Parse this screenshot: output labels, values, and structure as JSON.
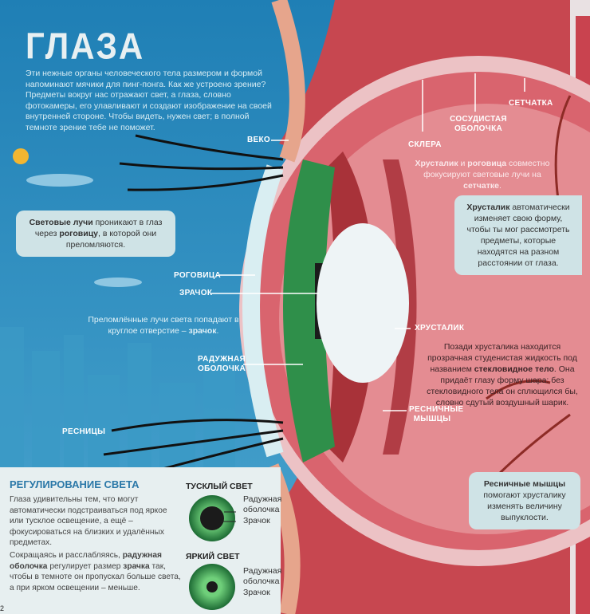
{
  "title": "ГЛАЗА",
  "intro": "Эти нежные органы человеческого тела размером и формой напоминают мячики для пинг-понга. Как же устроено зрение? Предметы вокруг нас отражают свет, а глаза, словно фотокамеры, его улавливают и создают изображение на своей внутренней стороне. Чтобы видеть, нужен свет; в полной темноте зрение тебе не поможет.",
  "labels": {
    "veko": "ВЕКО",
    "rogovica": "РОГОВИЦА",
    "zrachok": "ЗРАЧОК",
    "raduzhnaya": "РАДУЖНАЯ ОБОЛОЧКА",
    "resnicy": "РЕСНИЦЫ",
    "sklera": "СКЛЕРА",
    "sosudistaya": "СОСУДИСТАЯ ОБОЛОЧКА",
    "setchatka": "СЕТЧАТКА",
    "hrustalik": "ХРУСТАЛИК",
    "resnichnye": "РЕСНИЧНЫЕ МЫШЦЫ"
  },
  "notes": {
    "rays_bold1": "Световые лучи",
    "rays_text1": " проникают в глаз через ",
    "rays_bold2": "роговицу",
    "rays_text2": ", в которой они преломляются.",
    "pupil_text": "Преломлённые лучи света попадают в круглое отверстие – ",
    "pupil_bold": "зрачок",
    "focus_bold1": "Хрусталик",
    "focus_text1": " и ",
    "focus_bold2": "роговица",
    "focus_text2": " совместно фокусируют световые лучи на ",
    "focus_bold3": "сетчатке",
    "lens_bold": "Хрусталик",
    "lens_text": " автоматически изменяет свою форму, чтобы ты мог рассмотреть предметы, которые находятся на разном расстоянии от глаза.",
    "vitreous_text1": "Позади хрусталика находится прозрачная студенистая жидкость под названием ",
    "vitreous_bold": "стекловидное тело",
    "vitreous_text2": ". Она придаёт глазу форму шара: без стекловидного тела он сплющился бы, словно сдутый воздушный шарик.",
    "ciliary_bold": "Ресничные мышцы",
    "ciliary_text": " помогают хрусталику изменять величину выпуклости."
  },
  "light": {
    "heading": "РЕГУЛИРОВАНИЕ СВЕТА",
    "p1": "Глаза удивительны тем, что могут автоматически подстраиваться под яркое или тусклое освещение, а ещё – фокусироваться на близких и удалённых предметах.",
    "p2_a": "Сокращаясь и расслабляясь, ",
    "p2_b": "радужная оболочка",
    "p2_c": " регулирует размер ",
    "p2_d": "зрачка",
    "p2_e": " так, чтобы в темноте он пропускал больше света, а при ярком освещении – меньше.",
    "dim": "ТУСКЛЫЙ СВЕТ",
    "bright": "ЯРКИЙ СВЕТ",
    "iris": "Радужная оболочка",
    "pupil": "Зрачок",
    "page": "2"
  },
  "colors": {
    "sky": "#2f8fbf",
    "flesh": "#d4606a",
    "iris": "#2f8f4a",
    "heading": "#2b78a8"
  }
}
